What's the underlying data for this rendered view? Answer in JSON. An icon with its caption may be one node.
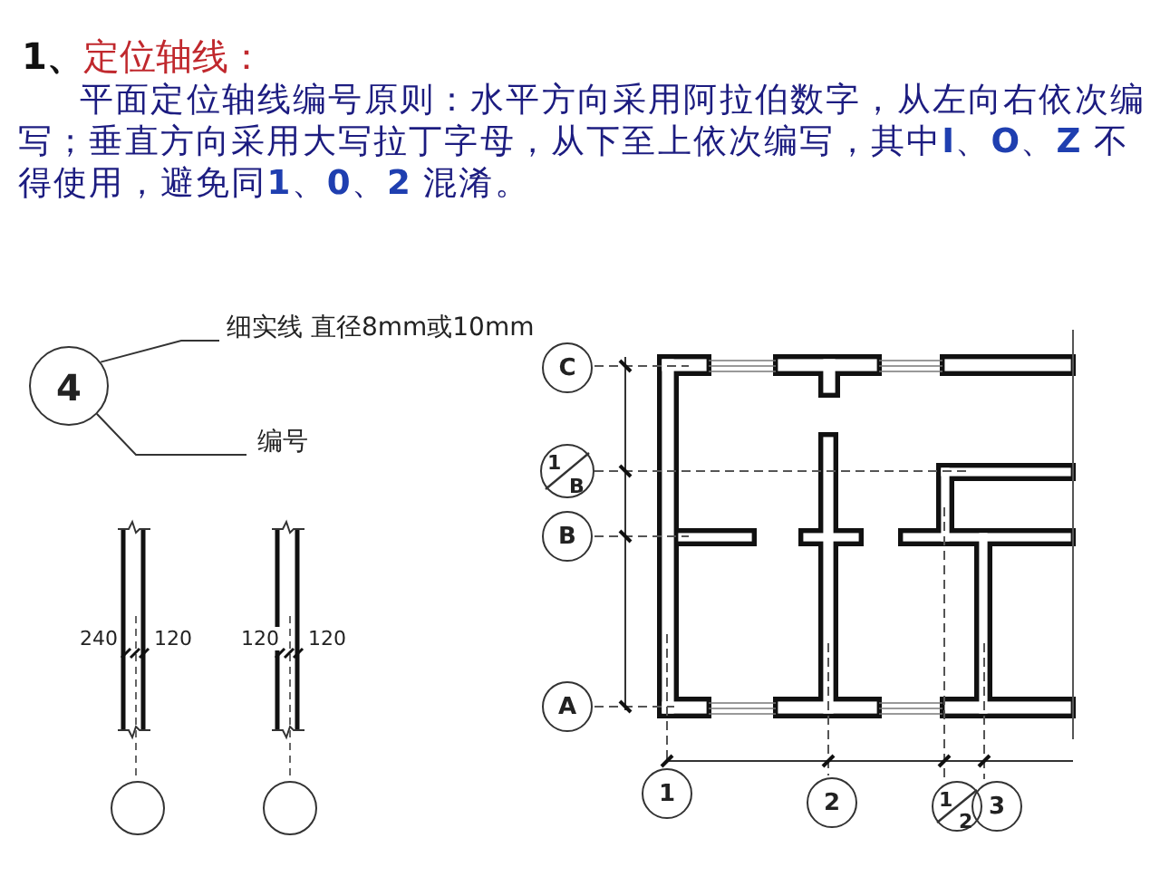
{
  "diagram": {
    "title": "**1、**定位轴线：",
    "nodes": [
      {
        "text": [
          "4"
        ]
      },
      {
        "text": [
          "细实线  直径8mm或10mm"
        ]
      },
      {
        "text": [
          "编号"
        ]
      },
      {
        "text": [],
        "shape": "circle"
      },
      {
        "text": [],
        "shape": "circle"
      },
      {
        "text": [
          "C"
        ]
      },
      {
        "text": [
          "1",
          "B"
        ]
      },
      {
        "text": [
          "B"
        ]
      },
      {
        "text": [
          "A"
        ]
      },
      {
        "text": [
          "1"
        ]
      },
      {
        "text": [
          "2"
        ]
      },
      {
        "text": [
          "1",
          "2"
        ]
      },
      {
        "text": [
          "3"
        ]
      }
    ],
    "edges": [
      {
        "from": 1,
        "to": 0,
        "arrow": "none"
      },
      {
        "from": 2,
        "to": 0,
        "arrow": "none"
      }
    ],
    "labels": [
      "平面定位轴线编号原则：水平方向采用阿拉伯数字，从左向右依次编写；垂直方向采用大写拉丁字母，从下至上依次编写，其中**I**、**O**、**Z** 不得使用，避免同**1**、**0**、**2** 混淆。",
      "240",
      "120",
      "120",
      "120"
    ]
  }
}
